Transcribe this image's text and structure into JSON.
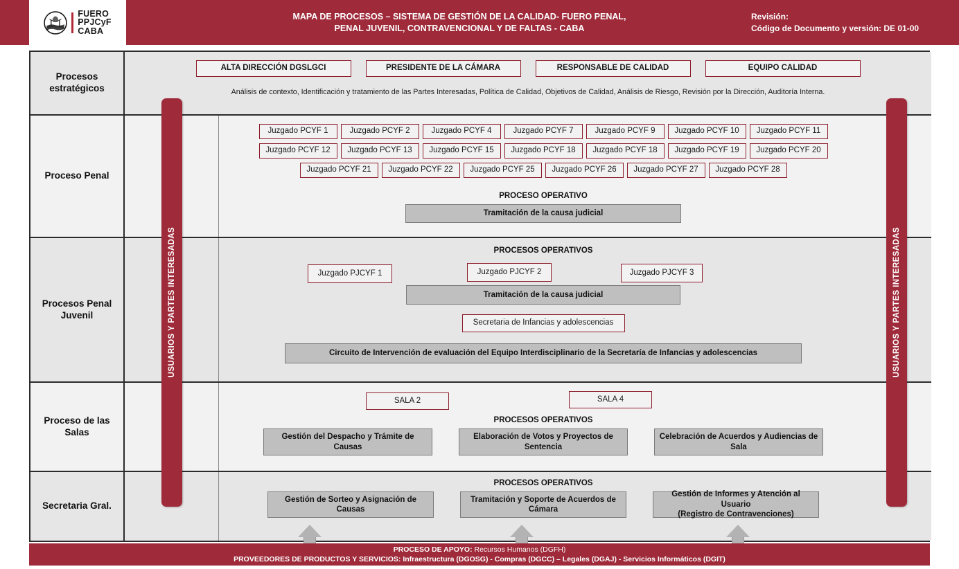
{
  "header": {
    "logo": {
      "emblem": "buenos-aires-coat-of-arms-icon",
      "line1": "FUERO",
      "line2": "PPJCyF",
      "line3": "CABA"
    },
    "title_line1": "MAPA DE PROCESOS – SISTEMA DE GESTIÓN DE LA CALIDAD- FUERO PENAL,",
    "title_line2": "PENAL JUVENIL, CONTRAVENCIONAL Y DE FALTAS - CABA",
    "revision_label": "Revisión:",
    "doc_code": "Código de Documento y versión: DE 01-00"
  },
  "side_bars": {
    "left_label": "USUARIOS Y PARTES INTERESADAS",
    "right_label": "USUARIOS Y PARTES INTERESADAS"
  },
  "rows": {
    "estrategicos": {
      "label": "Procesos\nestratégicos",
      "label_line1": "Procesos",
      "label_line2": "estratégicos",
      "boxes": [
        "ALTA DIRECCIÓN DGSLGCI",
        "PRESIDENTE DE LA CÁMARA",
        "RESPONSABLE DE CALIDAD",
        "EQUIPO CALIDAD"
      ],
      "description": "Análisis de contexto, Identificación y tratamiento de las Partes Interesadas, Política de Calidad, Objetivos de Calidad, Análisis de Riesgo, Revisión por la Dirección, Auditoría Interna."
    },
    "penal": {
      "label": "Proceso Penal",
      "juzgados_row1": [
        "Juzgado PCYF 1",
        "Juzgado PCYF 2",
        "Juzgado PCYF 4",
        "Juzgado PCYF 7",
        "Juzgado PCYF 9",
        "Juzgado PCYF 10",
        "Juzgado PCYF 11"
      ],
      "juzgados_row2": [
        "Juzgado PCYF 12",
        "Juzgado PCYF 13",
        "Juzgado PCYF 15",
        "Juzgado PCYF 18",
        "Juzgado PCYF 18",
        "Juzgado PCYF 19",
        "Juzgado PCYF 20"
      ],
      "juzgados_row3": [
        "Juzgado PCYF 21",
        "Juzgado PCYF 22",
        "Juzgado PCYF 25",
        "Juzgado PCYF 26",
        "Juzgado PCYF 27",
        "Juzgado PCYF 28"
      ],
      "caption": "PROCESO OPERATIVO",
      "operative": "Tramitación de la causa judicial"
    },
    "juvenil": {
      "label_line1": "Procesos  Penal",
      "label_line2": "Juvenil",
      "caption": "PROCESOS OPERATIVOS",
      "juzgados": [
        "Juzgado PJCYF 1",
        "Juzgado PJCYF 2",
        "Juzgado PJCYF 3"
      ],
      "operative": "Tramitación de la causa judicial",
      "secretaria": "Secretaria de Infancias y adolescencias",
      "circuito": "Circuito de Intervención de evaluación del Equipo Interdisciplinario de la Secretaría de Infancias y adolescencias"
    },
    "salas": {
      "label_line1": "Proceso de las",
      "label_line2": "Salas",
      "salas": [
        "SALA 2",
        "SALA 4"
      ],
      "caption": "PROCESOS OPERATIVOS",
      "operatives": [
        "Gestión del Despacho y Trámite de Causas",
        "Elaboración de Votos y Proyectos de Sentencia",
        "Celebración de Acuerdos y Audiencias de Sala"
      ]
    },
    "secretaria": {
      "label": "Secretaria Gral.",
      "caption": "PROCESOS OPERATIVOS",
      "operatives": [
        "Gestión de Sorteo y Asignación de Causas",
        "Tramitación y Soporte de Acuerdos de Cámara",
        "Gestión de Informes y Atención al Usuario\n(Registro de Contravenciones)"
      ],
      "operative3_line1": "Gestión de Informes y Atención al Usuario",
      "operative3_line2": "(Registro de Contravenciones)"
    }
  },
  "footer": {
    "line1_bold": "PROCESO DE APOYO:",
    "line1_rest": " Recursos Humanos (DGFH)",
    "line2": "PROVEEDORES DE PRODUCTOS Y SERVICIOS: Infraestructura (DGOSG) - Compras (DGCC) – Legales (DGAJ) - Servicios Informáticos (DGIT)"
  },
  "colors": {
    "brand_red": "#9e2a3a",
    "box_border_red": "#8c1c2b",
    "gray_box": "#bfbfbf",
    "row_light": "#f2f2f2",
    "row_dark": "#e6e6e6",
    "arrow_gray": "#b3b3b3"
  }
}
